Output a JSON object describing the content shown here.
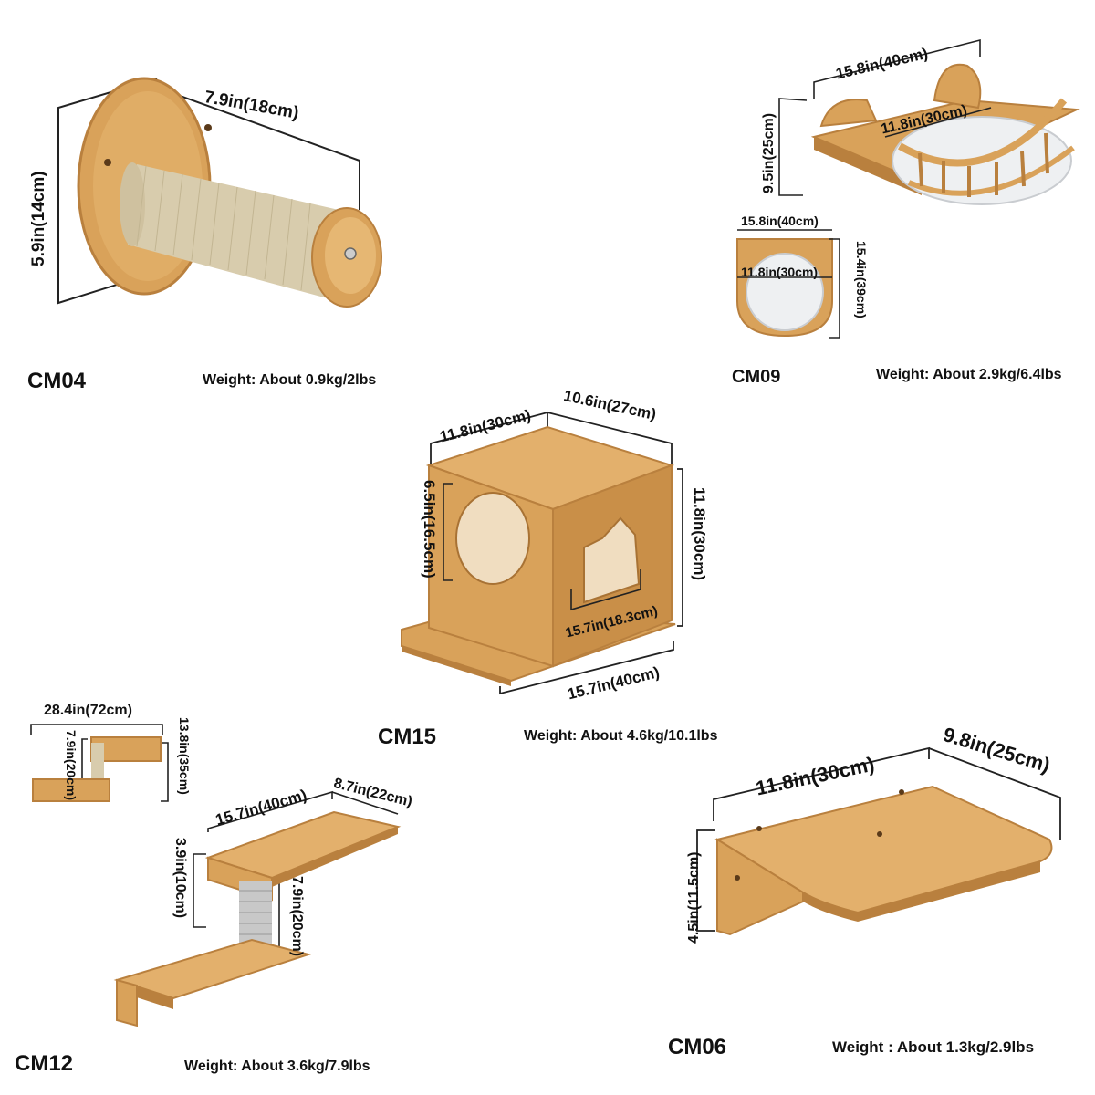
{
  "colors": {
    "wood": "#d9a25a",
    "wood_dark": "#b9803e",
    "wood_light": "#e8bd7a",
    "sisal": "#d8ccad",
    "sisal_line": "#c2b592",
    "line": "#222222",
    "acrylic": "#eef0f2"
  },
  "products": {
    "cm04": {
      "code": "CM04",
      "weight": "Weight: About 0.9kg/2lbs",
      "dims": {
        "length": "7.9in(18cm)",
        "diameter": "5.9in(14cm)"
      }
    },
    "cm09": {
      "code": "CM09",
      "weight": "Weight: About 2.9kg/6.4lbs",
      "dims": {
        "width": "15.8in(40cm)",
        "height": "9.5in(25cm)",
        "bowl": "11.8in(30cm)",
        "top_width": "15.8in(40cm)",
        "top_bowl": "11.8in(30cm)",
        "top_depth": "15.4in(39cm)"
      }
    },
    "cm15": {
      "code": "CM15",
      "weight": "Weight: About 4.6kg/10.1lbs",
      "dims": {
        "width": "11.8in(30cm)",
        "depth": "10.6in(27cm)",
        "height": "11.8in(30cm)",
        "hole_height": "6.5in(16.5cm)",
        "hole_width": "15.7in(18.3cm)",
        "base": "15.7in(40cm)"
      }
    },
    "cm12": {
      "code": "CM12",
      "weight": "Weight: About 3.6kg/7.9lbs",
      "dims": {
        "total_width": "28.4in(72cm)",
        "total_height": "13.8in(35cm)",
        "post_small": "7.9in(20cm)",
        "shelf_width": "15.7in(40cm)",
        "shelf_depth": "8.7in(22cm)",
        "shelf_height": "3.9in(10cm)",
        "post": "7.9in(20cm)"
      }
    },
    "cm06": {
      "code": "CM06",
      "weight": "Weight : About 1.3kg/2.9lbs",
      "dims": {
        "width": "11.8in(30cm)",
        "depth": "9.8in(25cm)",
        "height": "4.5in(11.5cm)"
      }
    }
  }
}
